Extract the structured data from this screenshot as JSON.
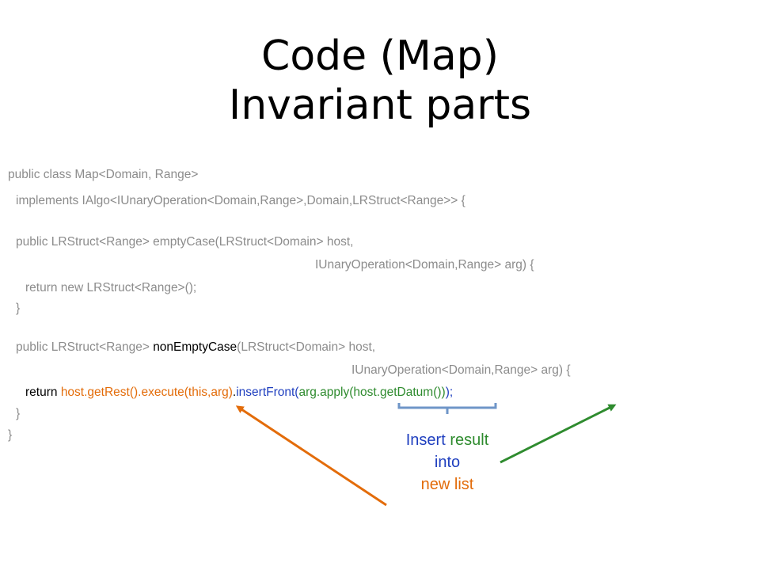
{
  "title": {
    "line1": "Code (Map)",
    "line2": "Invariant parts"
  },
  "code": {
    "l1": "public class Map<Domain, Range>",
    "l2": "implements IAlgo<IUnaryOperation<Domain,Range>,Domain,LRStruct<Range>> {",
    "l3": "public LRStruct<Range> emptyCase(LRStruct<Domain> host,",
    "l4": "IUnaryOperation<Domain,Range> arg) {",
    "l5": "return new LRStruct<Range>();",
    "l6": "}",
    "l7a": "public LRStruct<Range> ",
    "l7b": "nonEmptyCase",
    "l7c": "(LRStruct<Domain> host,",
    "l8": "IUnaryOperation<Domain,Range> arg) {",
    "l9": {
      "ret": "return ",
      "rest": "host.getRest().execute(this,arg)",
      "dot": ".",
      "insert": "insertFront(",
      "apply": "arg.apply(host.getDatum())",
      "close": ");"
    },
    "l10": "}",
    "l11": "}"
  },
  "callout": {
    "insert": "Insert",
    "result": " result",
    "into": "into",
    "new_list": "new list"
  },
  "colors": {
    "code_gray": "#8c8c8c",
    "orange": "#e36c0a",
    "blue": "#1f3fbf",
    "green": "#2e8b2e",
    "bracket": "#6f96c8"
  }
}
